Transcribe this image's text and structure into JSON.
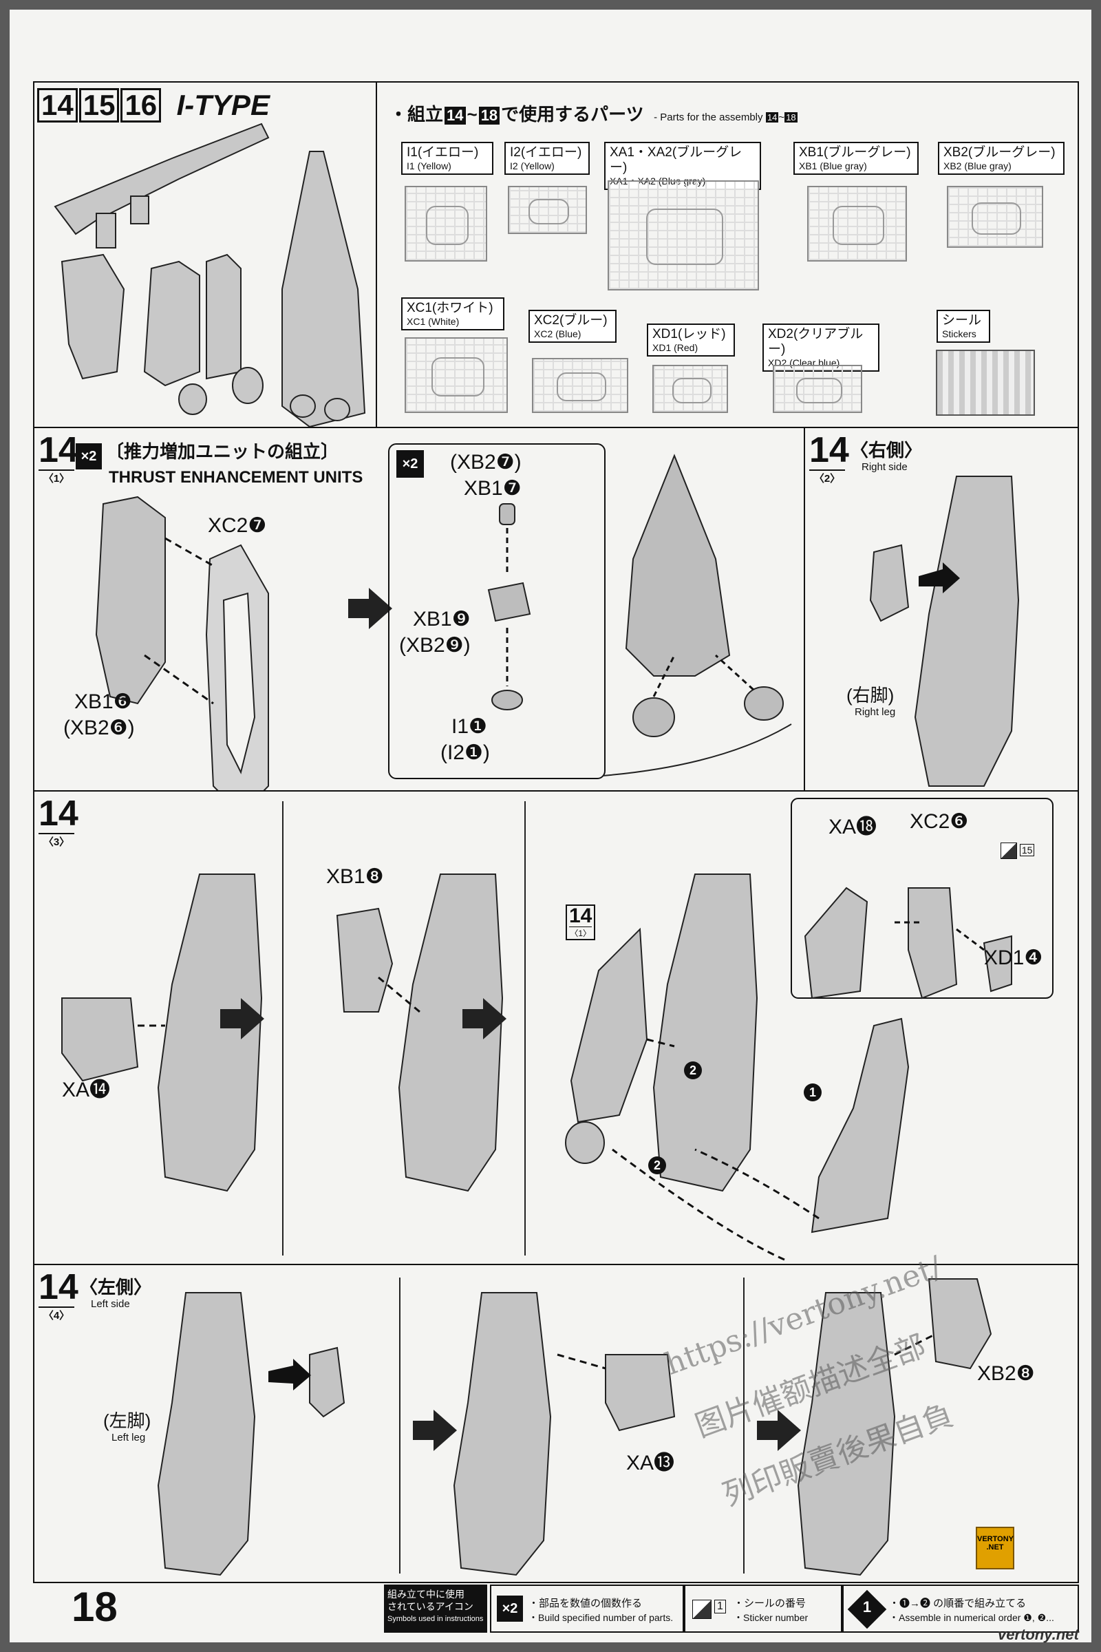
{
  "header": {
    "steps": [
      "14",
      "15",
      "16"
    ],
    "title": "I-TYPE"
  },
  "parts_list": {
    "title_jp": "・組立",
    "title_steps": [
      "14",
      "18"
    ],
    "title_suffix": "で使用するパーツ",
    "title_en": "- Parts for the assembly",
    "title_en_steps": [
      "14",
      "18"
    ],
    "runners": [
      {
        "jp": "I1(イエロー)",
        "en": "I1 (Yellow)"
      },
      {
        "jp": "I2(イエロー)",
        "en": "I2 (Yellow)"
      },
      {
        "jp": "XA1・XA2(ブルーグレー)",
        "en": "XA1・XA2 (Blue gray)"
      },
      {
        "jp": "XB1(ブルーグレー)",
        "en": "XB1 (Blue gray)"
      },
      {
        "jp": "XB2(ブルーグレー)",
        "en": "XB2 (Blue gray)"
      },
      {
        "jp": "XC1(ホワイト)",
        "en": "XC1 (White)"
      },
      {
        "jp": "XC2(ブルー)",
        "en": "XC2 (Blue)"
      },
      {
        "jp": "XD1(レッド)",
        "en": "XD1 (Red)"
      },
      {
        "jp": "XD2(クリアブルー)",
        "en": "XD2 (Clear blue)"
      },
      {
        "jp": "シール",
        "en": "Stickers"
      }
    ]
  },
  "step14_1": {
    "num": "14",
    "sub": "1",
    "multiplier": "×2",
    "title_jp": "〔推力増加ユニットの組立〕",
    "title_en": "THRUST ENHANCEMENT UNITS",
    "labels": {
      "xc2_7": "XC2❼",
      "xb1_6": "XB1❻",
      "xb2_6": "(XB2❻)"
    },
    "inset": {
      "multiplier": "×2",
      "xb2_7": "(XB2❼)",
      "xb1_7": "XB1❼",
      "xb1_9": "XB1❾",
      "xb2_9": "(XB2❾)",
      "i1_1": "I1❶",
      "i2_1": "(I2❶)"
    }
  },
  "step14_2": {
    "num": "14",
    "sub": "2",
    "title_jp": "〈右側〉",
    "title_en": "Right side",
    "leg_jp": "(右脚)",
    "leg_en": "Right leg"
  },
  "step14_3": {
    "num": "14",
    "sub": "3",
    "xa14": "XA⓮",
    "xb1_8": "XB1❽",
    "ref_num": "14",
    "ref_sub": "1",
    "inset": {
      "xa18": "XA⓲",
      "xc2_6": "XC2❻",
      "xd1_4": "XD1❹",
      "sticker": "15"
    },
    "order": [
      "1",
      "2",
      "2"
    ]
  },
  "step14_4": {
    "num": "14",
    "sub": "4",
    "title_jp": "〈左側〉",
    "title_en": "Left side",
    "leg_jp": "(左脚)",
    "leg_en": "Left leg",
    "xa13": "XA⓭",
    "xb2_8": "XB2❽"
  },
  "watermark": {
    "url": "https://vertony.net/",
    "line1": "图片催额描述全部",
    "line2": "列印販賣後果自負"
  },
  "footer": {
    "page": "18",
    "legend_title": [
      "組み立て中に使用",
      "されているアイコン",
      "Symbols used in instructions"
    ],
    "items": [
      {
        "icon": "×2",
        "jp": "・部品を数値の個数作る",
        "en": "・Build specified number of parts."
      },
      {
        "icon": "1",
        "jp": "・シールの番号",
        "en": "・Sticker number"
      },
      {
        "icon": "1",
        "jp": "・❶→❷ の順番で組み立てる",
        "en": "・Assemble in numerical order ❶, ❷..."
      }
    ],
    "logo": "VERTONY .NET",
    "site": "vertony.net"
  }
}
